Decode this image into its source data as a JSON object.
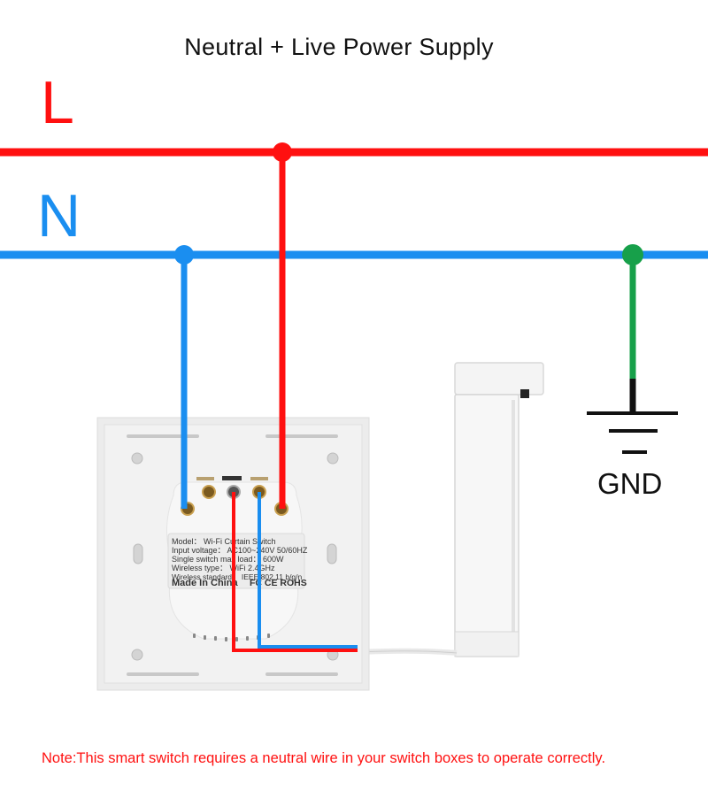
{
  "title": "Neutral + Live Power Supply",
  "lines": {
    "live": {
      "label": "L",
      "color": "#ff1010"
    },
    "neutral": {
      "label": "N",
      "color": "#1a8ef0"
    },
    "ground": {
      "label": "GND",
      "color": "#17a04a"
    }
  },
  "switch_label": {
    "model": "Model： Wi-Fi Curtain Switch",
    "input_voltage": "Input voltage： AC100~240V  50/60HZ",
    "max_load": "Single switch max load： 600W",
    "wireless_type": "Wireless type： WiFi 2.4GHz",
    "wireless_standard": "Wireless standard： IEEE 802.11 b/g/n",
    "made_in": "Made In China",
    "certifications": "FC CE ROHS"
  },
  "note": "Note:This smart switch requires a neutral wire in your switch boxes to operate correctly."
}
